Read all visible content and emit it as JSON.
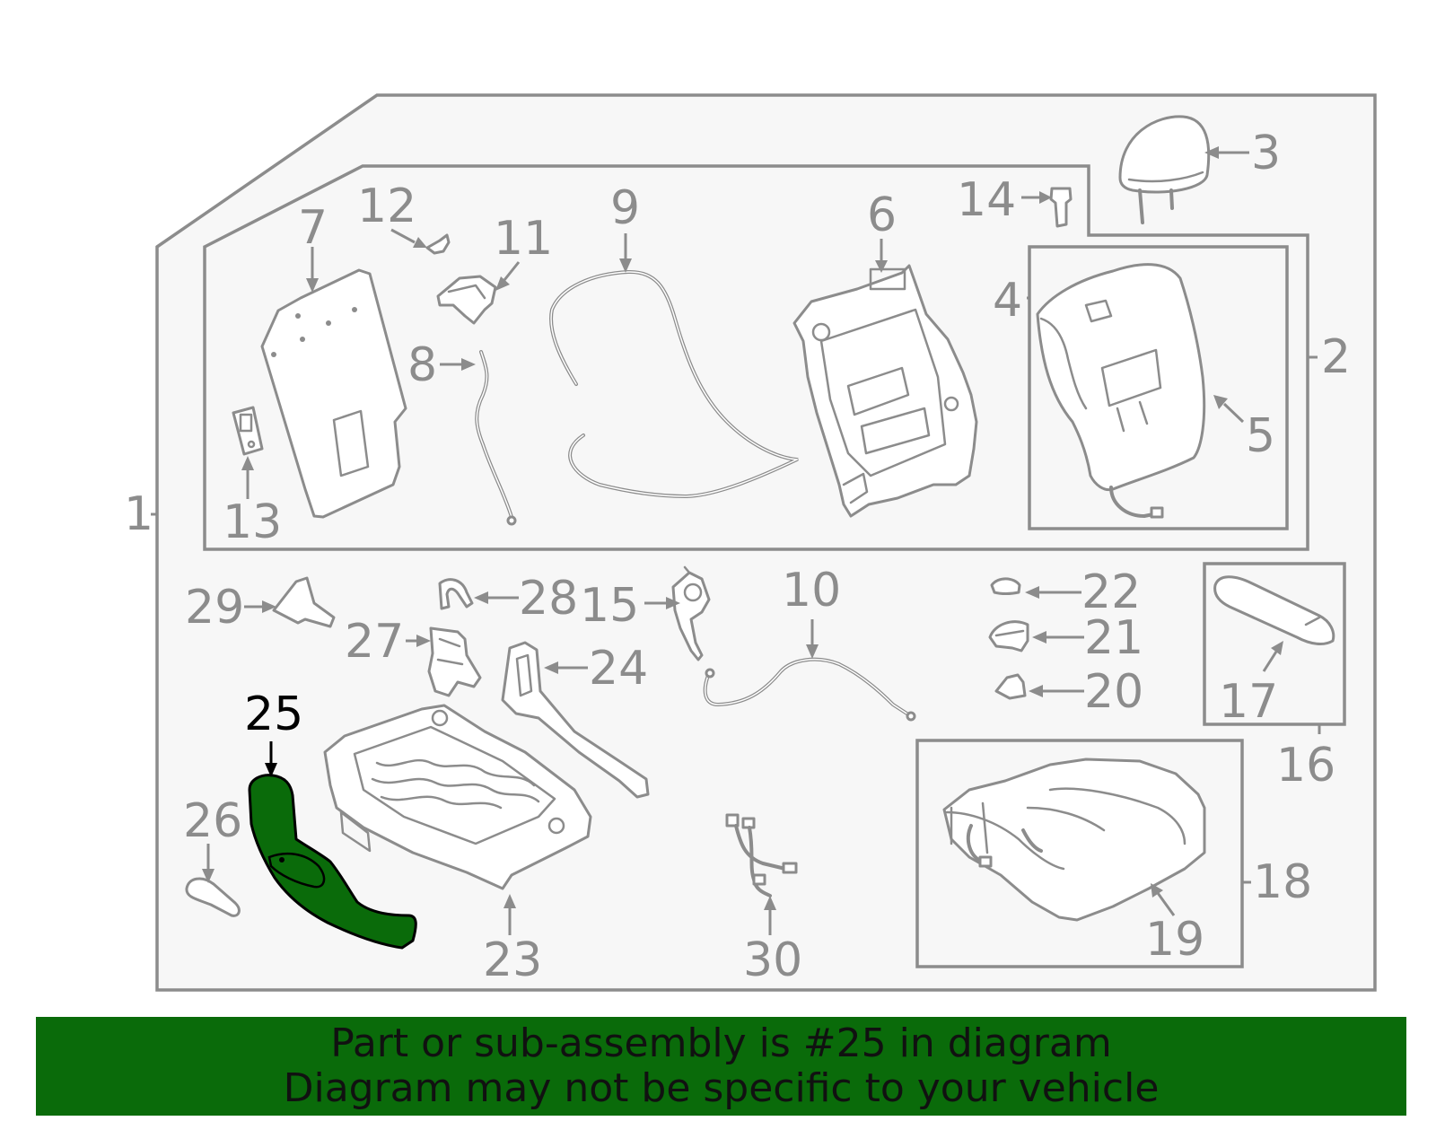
{
  "callouts": [
    {
      "id": "1",
      "label": "1"
    },
    {
      "id": "2",
      "label": "2"
    },
    {
      "id": "3",
      "label": "3"
    },
    {
      "id": "4",
      "label": "4"
    },
    {
      "id": "5",
      "label": "5"
    },
    {
      "id": "6",
      "label": "6"
    },
    {
      "id": "7",
      "label": "7"
    },
    {
      "id": "8",
      "label": "8"
    },
    {
      "id": "9",
      "label": "9"
    },
    {
      "id": "10",
      "label": "10"
    },
    {
      "id": "11",
      "label": "11"
    },
    {
      "id": "12",
      "label": "12"
    },
    {
      "id": "13",
      "label": "13"
    },
    {
      "id": "14",
      "label": "14"
    },
    {
      "id": "15",
      "label": "15"
    },
    {
      "id": "16",
      "label": "16"
    },
    {
      "id": "17",
      "label": "17"
    },
    {
      "id": "18",
      "label": "18"
    },
    {
      "id": "19",
      "label": "19"
    },
    {
      "id": "20",
      "label": "20"
    },
    {
      "id": "21",
      "label": "21"
    },
    {
      "id": "22",
      "label": "22"
    },
    {
      "id": "23",
      "label": "23"
    },
    {
      "id": "24",
      "label": "24"
    },
    {
      "id": "25",
      "label": "25"
    },
    {
      "id": "26",
      "label": "26"
    },
    {
      "id": "27",
      "label": "27"
    },
    {
      "id": "28",
      "label": "28"
    },
    {
      "id": "29",
      "label": "29"
    },
    {
      "id": "30",
      "label": "30"
    }
  ],
  "highlighted_part": "25",
  "colors": {
    "line": "#8c8c8c",
    "frame_fill": "#f7f7f7",
    "highlight": "#0a6b0a",
    "banner": "#0a6b0a"
  },
  "banner": {
    "line1": "Part or sub-assembly is #25 in diagram",
    "line2": "Diagram may not be specific to your vehicle"
  }
}
